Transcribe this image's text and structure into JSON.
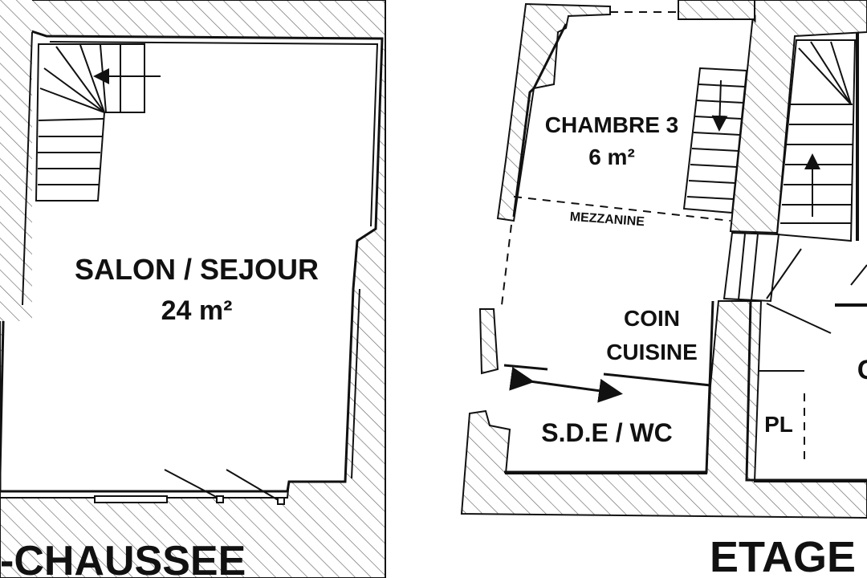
{
  "ground_floor": {
    "title": "-CHAUSSEE",
    "room": {
      "name": "SALON / SEJOUR",
      "area": "24 m²"
    }
  },
  "upper_floor": {
    "title": "ETAGE",
    "bedroom": {
      "name": "CHAMBRE 3",
      "area": "6 m²"
    },
    "mezzanine": "MEZZANINE",
    "kitchen": {
      "line1": "COIN",
      "line2": "CUISINE"
    },
    "bathroom": "S.D.E / WC",
    "closet": "PL",
    "cut_letter": "C"
  },
  "colors": {
    "ink": "#111111",
    "paper": "#ffffff",
    "hatch": "#555555"
  }
}
